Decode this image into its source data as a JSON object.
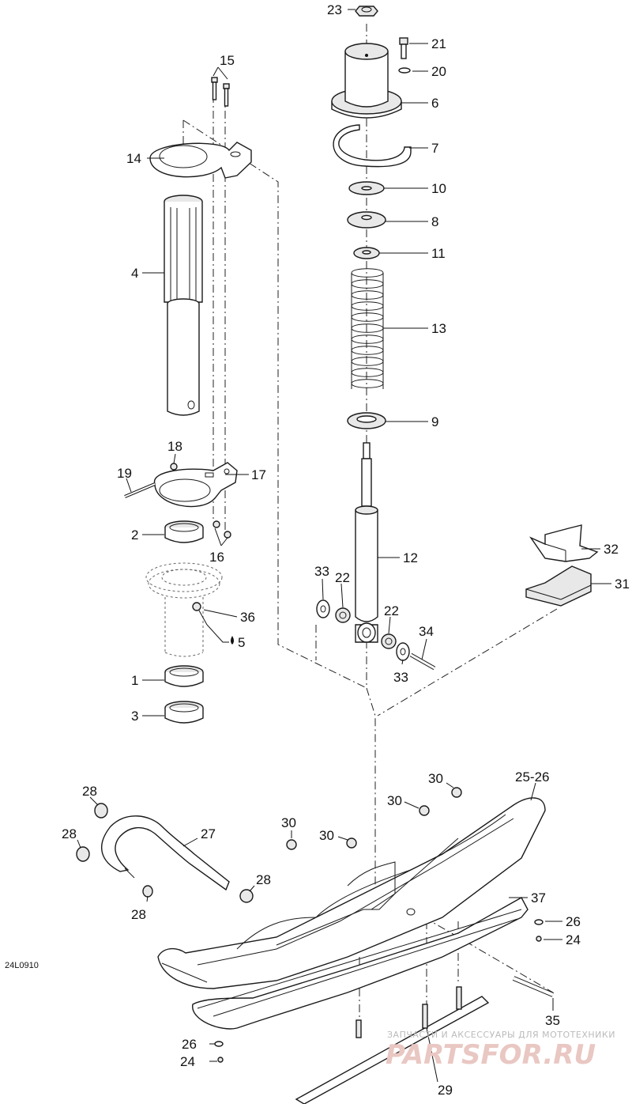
{
  "figure_ref": "24L0910",
  "callouts": {
    "c1": "1",
    "c2": "2",
    "c3": "3",
    "c4": "4",
    "c5": "5",
    "c6": "6",
    "c7": "7",
    "c8": "8",
    "c9": "9",
    "c10": "10",
    "c11": "11",
    "c12": "12",
    "c13": "13",
    "c14": "14",
    "c15": "15",
    "c16": "16",
    "c17": "17",
    "c18": "18",
    "c19": "19",
    "c20": "20",
    "c21": "21",
    "c22a": "22",
    "c22b": "22",
    "c23": "23",
    "c24a": "24",
    "c24b": "24",
    "c25": "25-26",
    "c26a": "26",
    "c26b": "26",
    "c27": "27",
    "c28a": "28",
    "c28b": "28",
    "c28c": "28",
    "c28d": "28",
    "c29": "29",
    "c30a": "30",
    "c30b": "30",
    "c30c": "30",
    "c30d": "30",
    "c31": "31",
    "c32": "32",
    "c33a": "33",
    "c33b": "33",
    "c34": "34",
    "c35": "35",
    "c36": "36",
    "c37": "37"
  },
  "watermark": {
    "caption": "ЗАПЧАСТИ И АКСЕССУАРЫ ДЛЯ МОТОТЕХНИКИ",
    "logo": "PARTSFOR.RU"
  }
}
